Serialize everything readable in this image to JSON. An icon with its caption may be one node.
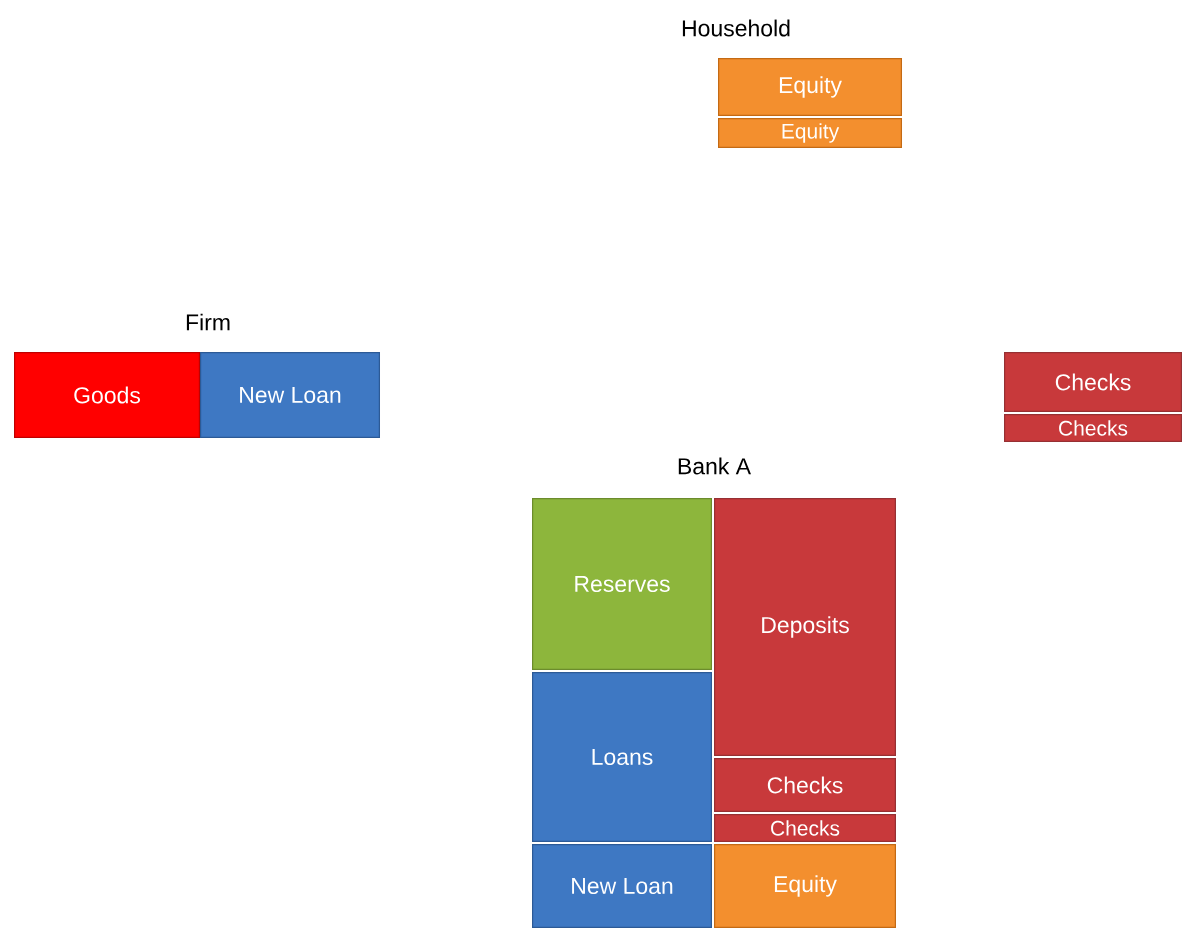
{
  "diagram": {
    "nodes": [
      {
        "text": [
          "Equity"
        ]
      },
      {
        "text": [
          "Equity"
        ]
      },
      {
        "text": [
          "Goods"
        ]
      },
      {
        "text": [
          "New Loan"
        ]
      },
      {
        "text": [
          "Checks"
        ]
      },
      {
        "text": [
          "Checks"
        ]
      },
      {
        "text": [
          "Reserves"
        ]
      },
      {
        "text": [
          "Deposits"
        ]
      },
      {
        "text": [
          "Loans"
        ]
      },
      {
        "text": [
          "Checks"
        ]
      },
      {
        "text": [
          "Checks"
        ]
      },
      {
        "text": [
          "New Loan"
        ]
      },
      {
        "text": [
          "Equity"
        ]
      }
    ],
    "labels": [
      "Household",
      "Firm",
      "Bank A"
    ]
  }
}
